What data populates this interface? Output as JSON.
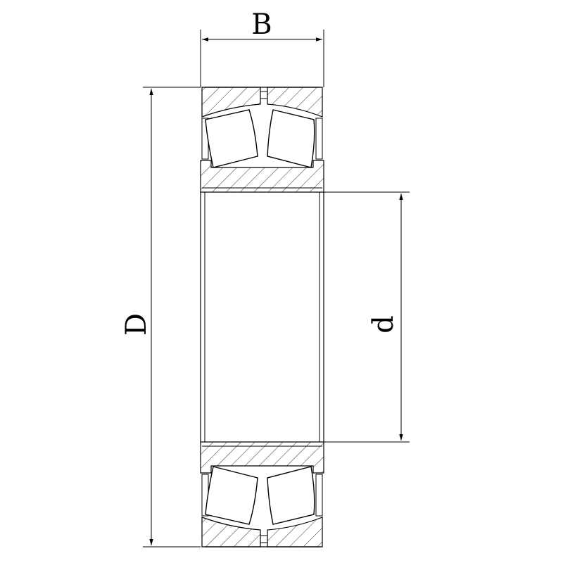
{
  "labels": {
    "width": "B",
    "outer_diameter": "D",
    "bore_diameter": "d"
  },
  "colors": {
    "line": "#000000",
    "background": "#ffffff"
  }
}
